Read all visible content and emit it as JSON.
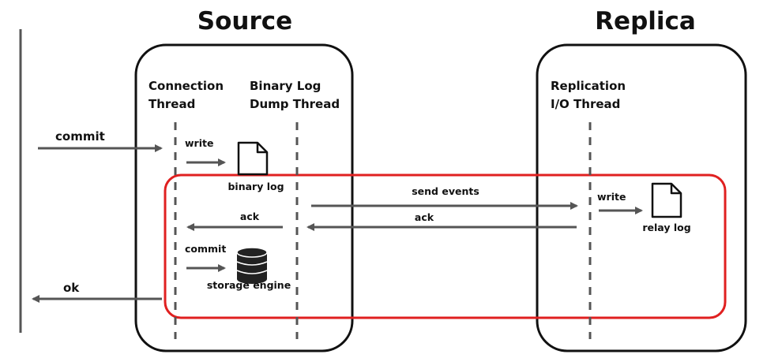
{
  "titles": {
    "source": "Source",
    "replica": "Replica"
  },
  "threads": {
    "connection": [
      "Connection",
      "Thread"
    ],
    "dump": [
      "Binary Log",
      "Dump Thread"
    ],
    "io": [
      "Replication",
      "I/O Thread"
    ]
  },
  "labels": {
    "commit_in": "commit",
    "write_binlog": "write",
    "binary_log": "binary log",
    "ack_internal": "ack",
    "commit_engine": "commit",
    "storage_engine": "storage engine",
    "ok": "ok",
    "send_events": "send events",
    "ack_replica": "ack",
    "write_relay": "write",
    "relay_log": "relay log"
  },
  "icons": {
    "binary_log": "document-icon",
    "relay_log": "document-icon",
    "storage_engine": "database-icon"
  },
  "colors": {
    "stroke": "#111111",
    "arrow": "#555555",
    "highlight": "#e02020"
  }
}
